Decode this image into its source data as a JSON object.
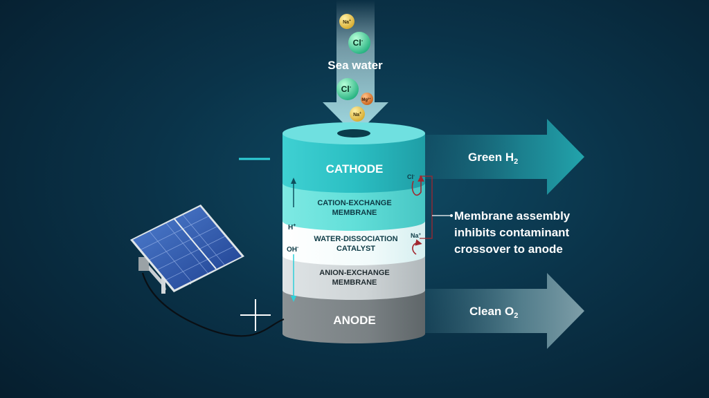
{
  "input": {
    "label": "Sea water",
    "ions": [
      {
        "symbol": "Na",
        "charge": "+"
      },
      {
        "symbol": "Cl",
        "charge": "-"
      },
      {
        "symbol": "Cl",
        "charge": "-"
      },
      {
        "symbol": "Mg",
        "charge": "2+"
      },
      {
        "symbol": "Na",
        "charge": "+"
      }
    ]
  },
  "cell": {
    "layers": [
      {
        "line1": "CATHODE",
        "line2": ""
      },
      {
        "line1": "CATION-EXCHANGE",
        "line2": "MEMBRANE"
      },
      {
        "line1": "WATER-DISSOCIATION",
        "line2": "CATALYST"
      },
      {
        "line1": "ANION-EXCHANGE",
        "line2": "MEMBRANE"
      },
      {
        "line1": "ANODE",
        "line2": ""
      }
    ],
    "inner_ions": {
      "h": {
        "symbol": "H",
        "charge": "+"
      },
      "oh": {
        "symbol": "OH",
        "charge": "-"
      },
      "cl": {
        "symbol": "Cl",
        "charge": "-"
      },
      "na": {
        "symbol": "Na",
        "charge": "+"
      }
    }
  },
  "outputs": {
    "h2": {
      "text": "Green H",
      "sub": "2"
    },
    "o2": {
      "text": "Clean O",
      "sub": "2"
    }
  },
  "callout": {
    "lines": [
      "Membrane assembly",
      "inhibits contaminant",
      "crossover to anode"
    ]
  },
  "colors": {
    "cathode": "#29c3c6",
    "cation_membrane": "#62e2dd",
    "catalyst": "#f2fbfb",
    "anion_membrane": "#cfd5d7",
    "anode": "#7d8487",
    "na_ion": "#e8c64a",
    "cl_ion": "#3fd39c",
    "mg_ion": "#e27b2a",
    "minus_sign": "#2fd0d8",
    "arrow_accent": "#a1272f"
  }
}
